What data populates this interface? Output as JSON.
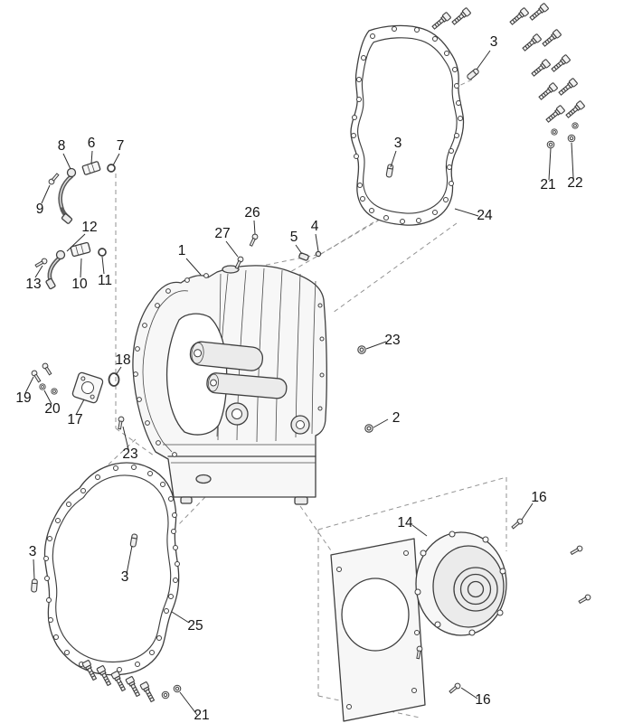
{
  "diagram": {
    "colors": {
      "line": "#3f3f3f",
      "label": "#141414",
      "background": "#ffffff"
    },
    "callouts": [
      {
        "text": "8"
      },
      {
        "text": "6"
      },
      {
        "text": "7"
      },
      {
        "text": "9"
      },
      {
        "text": "12"
      },
      {
        "text": "13"
      },
      {
        "text": "10"
      },
      {
        "text": "11"
      },
      {
        "text": "1"
      },
      {
        "text": "27"
      },
      {
        "text": "26"
      },
      {
        "text": "5"
      },
      {
        "text": "4"
      },
      {
        "text": "3"
      },
      {
        "text": "3"
      },
      {
        "text": "24"
      },
      {
        "text": "21"
      },
      {
        "text": "22"
      },
      {
        "text": "23"
      },
      {
        "text": "2"
      },
      {
        "text": "18"
      },
      {
        "text": "19"
      },
      {
        "text": "20"
      },
      {
        "text": "17"
      },
      {
        "text": "23"
      },
      {
        "text": "16"
      },
      {
        "text": "14"
      },
      {
        "text": "3"
      },
      {
        "text": "3"
      },
      {
        "text": "25"
      },
      {
        "text": "21"
      },
      {
        "text": "16"
      }
    ]
  }
}
